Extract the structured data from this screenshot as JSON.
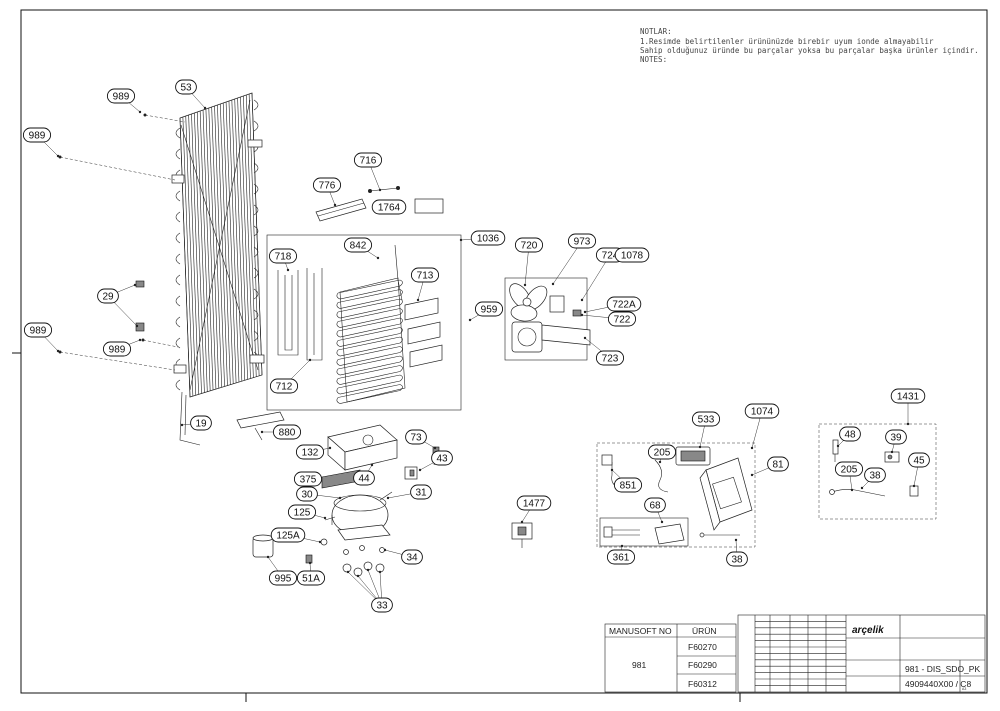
{
  "notes": {
    "title": "NOTLAR:",
    "line1": "1.Resimde belirtilenler ürününüzde birebir   uyum   ionde  almayabilir",
    "line2": "Sahip olduğunuz üründe bu  parçalar  yoksa bu parçalar başka ürünler  içindir.",
    "line3": "NOTES:"
  },
  "callouts": [
    {
      "id": "c53",
      "text": "53"
    },
    {
      "id": "c989a",
      "text": "989"
    },
    {
      "id": "c989b",
      "text": "989"
    },
    {
      "id": "c29",
      "text": "29"
    },
    {
      "id": "c989c",
      "text": "989"
    },
    {
      "id": "c989d",
      "text": "989"
    },
    {
      "id": "c19",
      "text": "19"
    },
    {
      "id": "c716",
      "text": "716"
    },
    {
      "id": "c776",
      "text": "776"
    },
    {
      "id": "c1764",
      "text": "1764"
    },
    {
      "id": "c842",
      "text": "842"
    },
    {
      "id": "c1036",
      "text": "1036"
    },
    {
      "id": "c718",
      "text": "718"
    },
    {
      "id": "c713",
      "text": "713"
    },
    {
      "id": "c712",
      "text": "712"
    },
    {
      "id": "c720",
      "text": "720"
    },
    {
      "id": "c973",
      "text": "973"
    },
    {
      "id": "c724",
      "text": "724"
    },
    {
      "id": "c1078",
      "text": "1078"
    },
    {
      "id": "c959",
      "text": "959"
    },
    {
      "id": "c722A",
      "text": "722A"
    },
    {
      "id": "c722",
      "text": "722"
    },
    {
      "id": "c723",
      "text": "723"
    },
    {
      "id": "c880",
      "text": "880"
    },
    {
      "id": "c132",
      "text": "132"
    },
    {
      "id": "c73",
      "text": "73"
    },
    {
      "id": "c43",
      "text": "43"
    },
    {
      "id": "c375",
      "text": "375"
    },
    {
      "id": "c44",
      "text": "44"
    },
    {
      "id": "c30",
      "text": "30"
    },
    {
      "id": "c31",
      "text": "31"
    },
    {
      "id": "c125",
      "text": "125"
    },
    {
      "id": "c125A",
      "text": "125A"
    },
    {
      "id": "c34",
      "text": "34"
    },
    {
      "id": "c995",
      "text": "995"
    },
    {
      "id": "c51A",
      "text": "51A"
    },
    {
      "id": "c33",
      "text": "33"
    },
    {
      "id": "c1477",
      "text": "1477"
    },
    {
      "id": "c533",
      "text": "533"
    },
    {
      "id": "c1074",
      "text": "1074"
    },
    {
      "id": "c205a",
      "text": "205"
    },
    {
      "id": "c81",
      "text": "81"
    },
    {
      "id": "c851",
      "text": "851"
    },
    {
      "id": "c68",
      "text": "68"
    },
    {
      "id": "c361",
      "text": "361"
    },
    {
      "id": "c38a",
      "text": "38"
    },
    {
      "id": "c1431",
      "text": "1431"
    },
    {
      "id": "c48",
      "text": "48"
    },
    {
      "id": "c39",
      "text": "39"
    },
    {
      "id": "c205b",
      "text": "205"
    },
    {
      "id": "c38b",
      "text": "38"
    },
    {
      "id": "c45",
      "text": "45"
    }
  ],
  "title_block": {
    "col1_header": "MANUSOFT NO",
    "col2_header": "ÜRÜN",
    "manusoft_no": "981",
    "products": [
      "F60270",
      "F60290",
      "F60312"
    ],
    "brand": "arçelik",
    "drawing_title": "981 - DIS_SDO_PK",
    "drawing_number": "4909440X00 / C8",
    "sheet_size": "A3"
  },
  "colors": {
    "line": "#222222",
    "paper": "#ffffff",
    "note": "#444444"
  }
}
